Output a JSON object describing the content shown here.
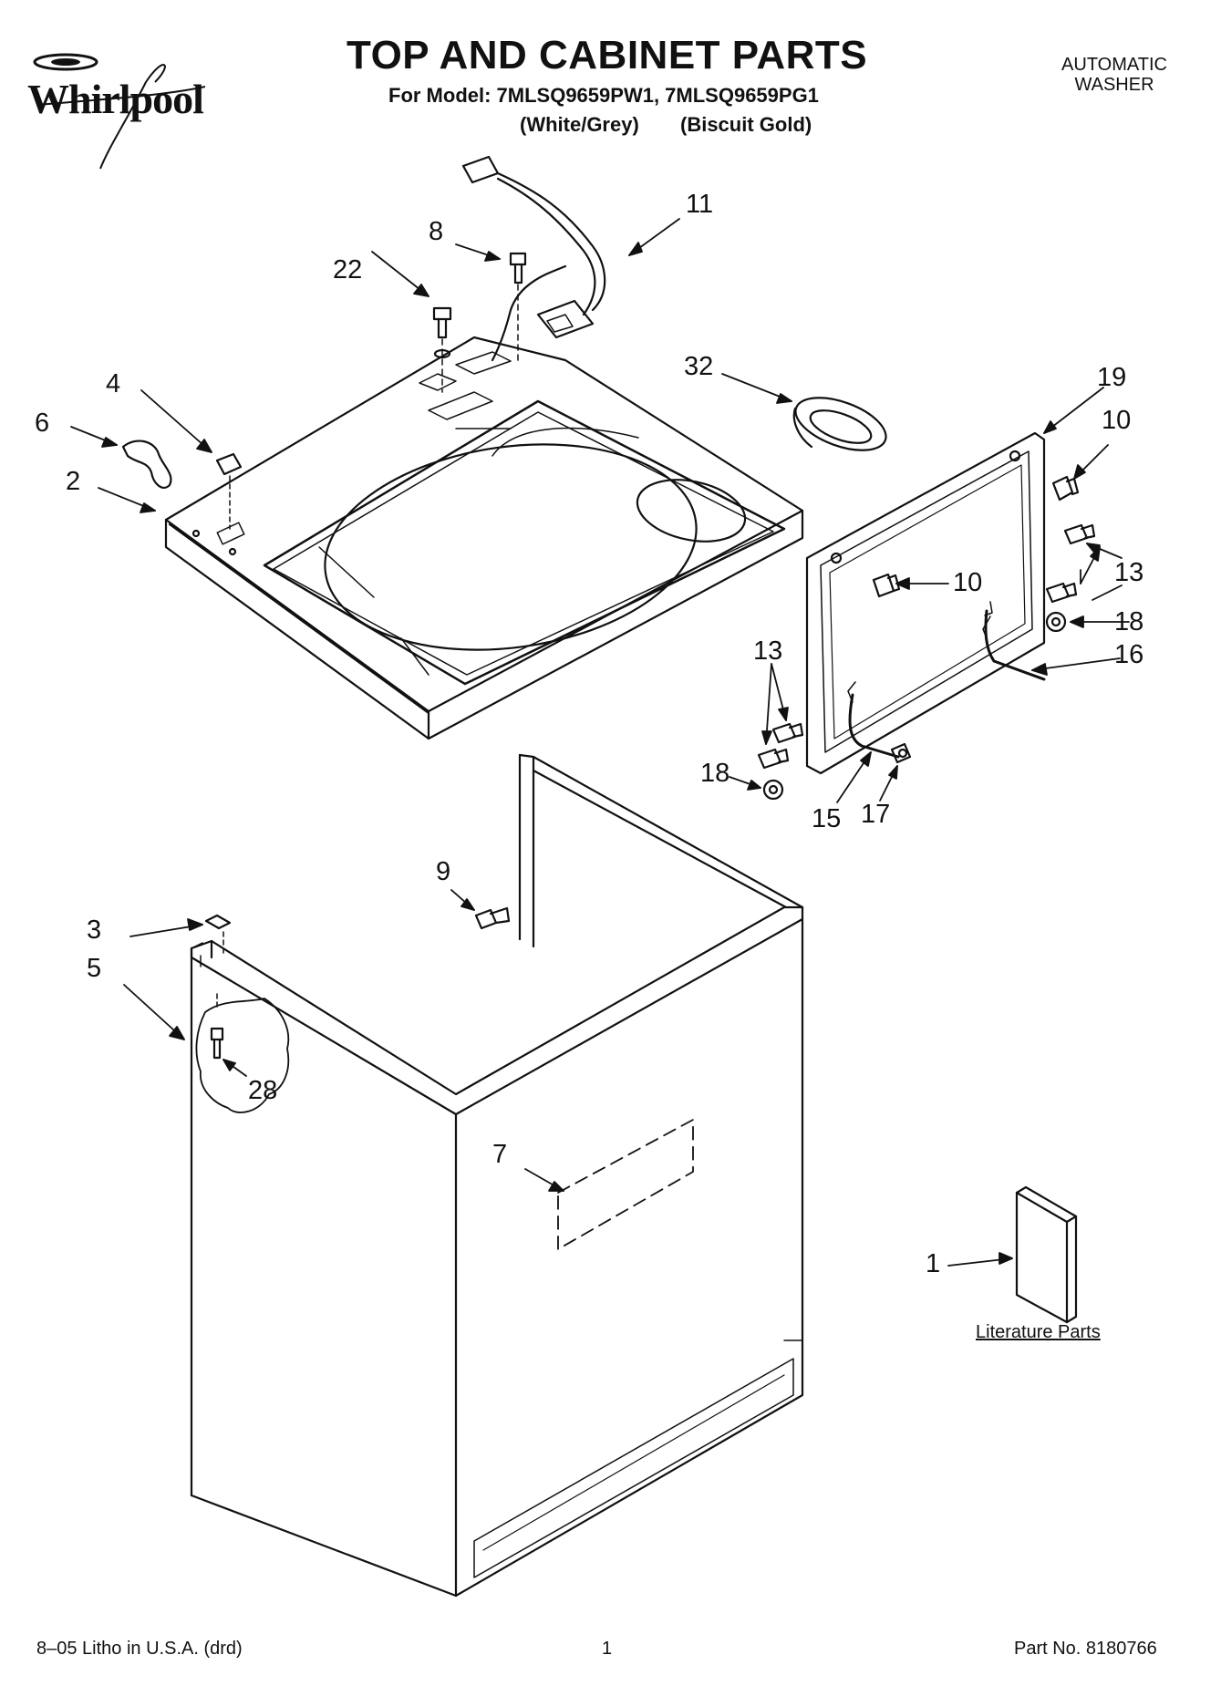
{
  "header": {
    "brand": "Whirlpool",
    "title": "TOP AND CABINET PARTS",
    "model_line": "For Model: 7MLSQ9659PW1, 7MLSQ9659PG1",
    "color_white": "(White/Grey)",
    "color_biscuit": "(Biscuit Gold)",
    "appliance_type_line1": "AUTOMATIC",
    "appliance_type_line2": "WASHER"
  },
  "callouts": {
    "c11": "11",
    "c8": "8",
    "c22": "22",
    "c32": "32",
    "c19": "19",
    "c10a": "10",
    "c10b": "10",
    "c4": "4",
    "c6": "6",
    "c2": "2",
    "c13a": "13",
    "c13b": "13",
    "c18a": "18",
    "c18b": "18",
    "c16": "16",
    "c15": "15",
    "c17": "17",
    "c9": "9",
    "c3": "3",
    "c5": "5",
    "c28": "28",
    "c7": "7",
    "c1": "1"
  },
  "literature_label": "Literature Parts",
  "footer": {
    "left": "8–05 Litho in U.S.A. (drd)",
    "page": "1",
    "part_no": "Part No. 8180766"
  }
}
